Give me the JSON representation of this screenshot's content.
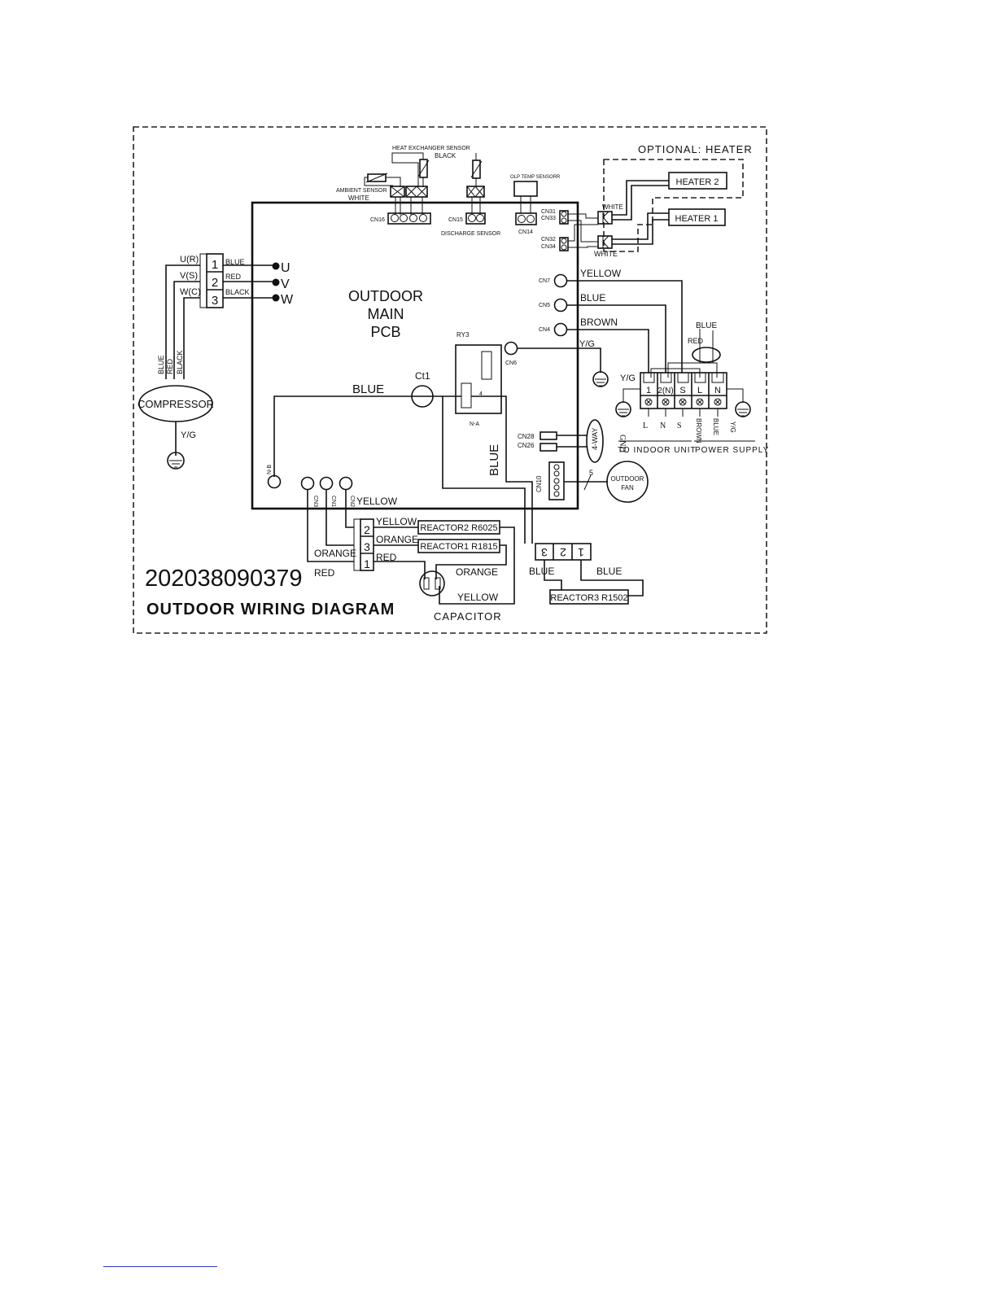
{
  "optional_heater": "OPTIONAL: HEATER",
  "heater2": "HEATER 2",
  "heater1": "HEATER 1",
  "white": "WHITE",
  "heat_exchanger_sensor": "HEAT EXCHANGER SENSOR",
  "black": "BLACK",
  "ambient_sensor": "AMBIENT SENSOR",
  "olp_temp_sensor": "OLP TEMP SENSORR",
  "discharge_sensor": "DISCHARGE SENSOR",
  "cn16": "CN16",
  "cn15": "CN15",
  "cn14": "CN14",
  "cn31": "CN31",
  "cn33": "CN33",
  "cn32": "CN32",
  "cn34": "CN34",
  "cn7": "CN7",
  "cn5": "CN5",
  "cn4": "CN4",
  "cn6": "CN6",
  "cn28": "CN28",
  "cn26": "CN26",
  "cn10": "CN10",
  "cn3": "CN3",
  "cn1": "CN1",
  "cn2": "CN2",
  "pcb_line1": "OUTDOOR",
  "pcb_line2": "MAIN",
  "pcb_line3": "PCB",
  "ur": "U(R)",
  "vs": "V(S)",
  "wc": "W(C)",
  "one": "1",
  "two": "2",
  "three": "3",
  "blue": "BLUE",
  "red": "RED",
  "yellow": "YELLOW",
  "brown": "BROWN",
  "orange": "ORANGE",
  "u": "U",
  "v": "V",
  "w": "W",
  "compressor": "COMPRESSOR",
  "yg": "Y/G",
  "ct1": "Ct1",
  "ry3": "RY3",
  "four": "4",
  "na": "N-A",
  "nb": "N-B",
  "four_way": "4-WAY",
  "outdoor_fan_l1": "OUTDOOR",
  "outdoor_fan_l2": "FAN",
  "five": "5",
  "term_1": "1",
  "term_2n": "2(N)",
  "term_s": "S",
  "term_l": "L",
  "term_n": "N",
  "gnd": "GND",
  "l_low": "L",
  "n_low": "N",
  "s_low": "S",
  "to_indoor_unit": "TO INDOOR UNIT",
  "power_supply": "POWER SUPPLY",
  "reactor2": "REACTOR2 R6025",
  "reactor1": "REACTOR1 R1815",
  "reactor3": "REACTOR3 R1502",
  "capacitor": "CAPACITOR",
  "code": "202038090379",
  "title": "OUTDOOR WIRING DIAGRAM"
}
